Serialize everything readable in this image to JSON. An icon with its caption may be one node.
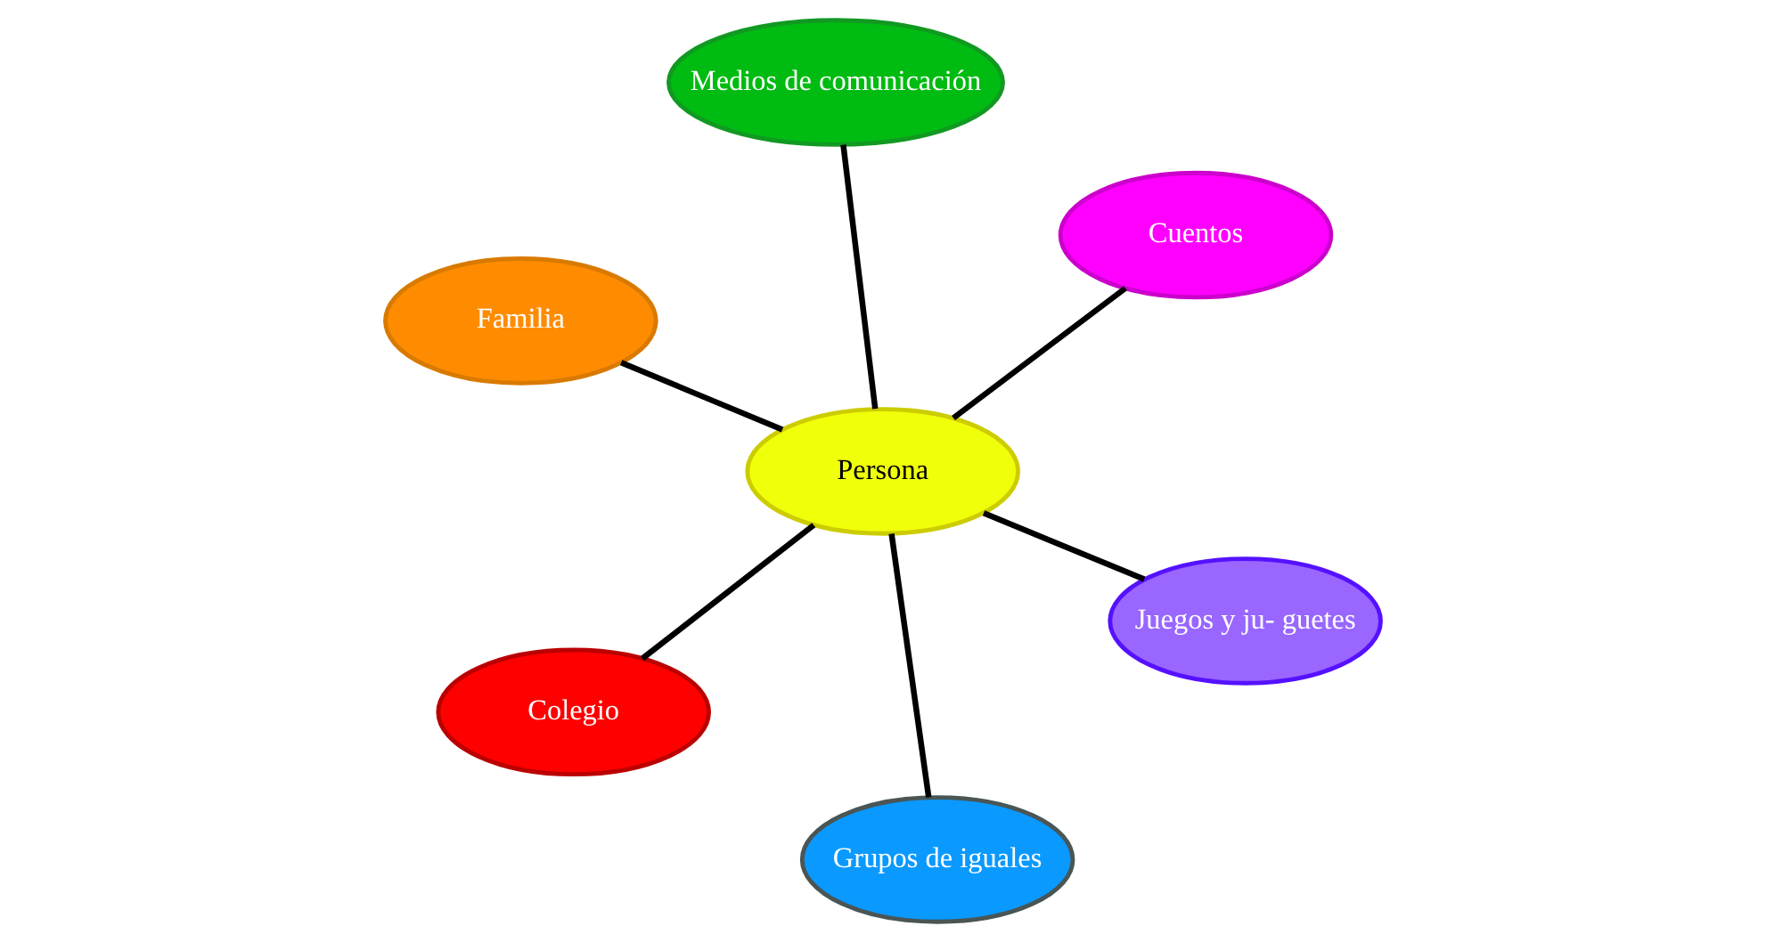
{
  "diagram": {
    "nodes": [
      {
        "text": [
          "Familia"
        ]
      },
      {
        "text": [
          "Juegos y ju- guetes"
        ]
      },
      {
        "text": [
          "Grupos de iguales"
        ]
      },
      {
        "text": [
          "Persona"
        ]
      },
      {
        "text": [
          "Cuentos"
        ]
      },
      {
        "text": [
          "Medios de comunicación"
        ]
      },
      {
        "text": [
          "Colegio"
        ]
      }
    ],
    "edges": [
      {
        "from": 3,
        "to": 0,
        "arrow": "none"
      },
      {
        "from": 3,
        "to": 1,
        "arrow": "none"
      },
      {
        "from": 3,
        "to": 2,
        "arrow": "none"
      },
      {
        "from": 3,
        "to": 4,
        "arrow": "none"
      },
      {
        "from": 3,
        "to": 5,
        "arrow": "none"
      },
      {
        "from": 3,
        "to": 6,
        "arrow": "none"
      }
    ]
  }
}
